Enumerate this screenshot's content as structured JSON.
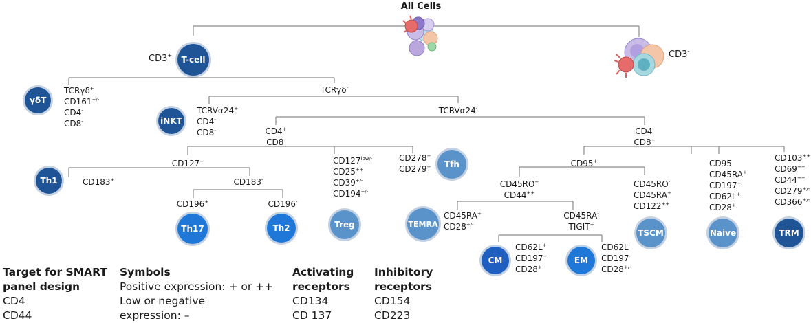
{
  "title": "All Cells",
  "colors": {
    "line": "#8a8a8a",
    "dark": "#1f5597",
    "mid": "#2e6fb8",
    "bright": "#1f78d8",
    "light": "#5a93c9",
    "cellPurple": "#b9a7de",
    "cellRed": "#e06060",
    "cellTeal": "#7cc3cf"
  },
  "cd3_pos": {
    "label": "CD3",
    "sign": "+"
  },
  "cd3_neg": {
    "label": "CD3",
    "sign": "-"
  },
  "nodes": {
    "tcell": "T-cell",
    "gdt": "γδT",
    "inkt": "iNKT",
    "th1": "Th1",
    "tfh": "Tfh",
    "th17": "Th17",
    "th2": "Th2",
    "treg": "Treg",
    "temra": "TEMRA",
    "tscm": "TSCM",
    "naive": "Naive",
    "trm": "TRM",
    "cm": "CM",
    "em": "EM"
  },
  "labels": {
    "gdt": [
      [
        "TCRγδ",
        "+"
      ],
      [
        "CD161",
        "+/-"
      ],
      [
        "CD4",
        "-"
      ],
      [
        "CD8",
        "-"
      ]
    ],
    "tcrgd_neg": [
      [
        "TCRγδ",
        "-"
      ]
    ],
    "inkt": [
      [
        "TCRVα24",
        "+"
      ],
      [
        "CD4",
        "-"
      ],
      [
        "CD8",
        "-"
      ]
    ],
    "tcrva24_neg": [
      [
        "TCRVα24",
        "-"
      ]
    ],
    "cd4": [
      [
        "CD4",
        "+"
      ],
      [
        "CD8",
        "-"
      ]
    ],
    "cd8": [
      [
        "CD4",
        "-"
      ],
      [
        "CD8",
        "+"
      ]
    ],
    "cd127": [
      [
        "CD127",
        "+"
      ]
    ],
    "th1": [
      [
        "CD183",
        "+"
      ]
    ],
    "cd183_neg": [
      [
        "CD183",
        "-"
      ]
    ],
    "th17": [
      [
        "CD196",
        "+"
      ]
    ],
    "th2": [
      [
        "CD196",
        "-"
      ]
    ],
    "treg": [
      [
        "CD127",
        "low/-"
      ],
      [
        "CD25",
        "++"
      ],
      [
        "CD39",
        "+/-"
      ],
      [
        "CD194",
        "+/-"
      ]
    ],
    "tfh": [
      [
        "CD278",
        "+"
      ],
      [
        "CD279",
        "+"
      ]
    ],
    "cd95": [
      [
        "CD95",
        "+"
      ]
    ],
    "cd45ro": [
      [
        "CD45RO",
        "+"
      ],
      [
        "CD44",
        "++"
      ]
    ],
    "temra": [
      [
        "CD45RA",
        "+"
      ],
      [
        "CD28",
        "+/-"
      ]
    ],
    "cd45ra_neg": [
      [
        "CD45RA",
        "-"
      ],
      [
        "TIGIT",
        "+"
      ]
    ],
    "cm": [
      [
        "CD62L",
        "+"
      ],
      [
        "CD197",
        "+"
      ],
      [
        "CD28",
        "+"
      ]
    ],
    "em": [
      [
        "CD62L",
        "-"
      ],
      [
        "CD197",
        "-"
      ],
      [
        "CD28",
        "+/-"
      ]
    ],
    "tscm": [
      [
        "CD45RO",
        "-"
      ],
      [
        "CD45RA",
        "+"
      ],
      [
        "CD122",
        "++"
      ]
    ],
    "naive": [
      [
        "CD95",
        ""
      ],
      [
        "CD45RA",
        "+"
      ],
      [
        "CD197",
        "+"
      ],
      [
        "CD62L",
        "+"
      ],
      [
        "CD28",
        "+"
      ]
    ],
    "trm": [
      [
        "CD103",
        "++"
      ],
      [
        "CD69",
        "++"
      ],
      [
        "CD44",
        "++"
      ],
      [
        "CD279",
        "+/-"
      ],
      [
        "CD366",
        "+/-"
      ]
    ]
  },
  "legend": {
    "target": {
      "title": [
        "Target for SMART",
        "panel design"
      ],
      "items": [
        "CD4",
        "CD44"
      ]
    },
    "symbols": {
      "title": [
        "Symbols"
      ],
      "items": [
        "Positive expression: + or ++",
        "Low or negative",
        "expression: –"
      ]
    },
    "activating": {
      "title": [
        "Activating",
        "receptors"
      ],
      "items": [
        "CD134",
        "CD 137"
      ]
    },
    "inhibitory": {
      "title": [
        "Inhibitory",
        "receptors"
      ],
      "items": [
        "CD154",
        "CD223"
      ]
    }
  }
}
